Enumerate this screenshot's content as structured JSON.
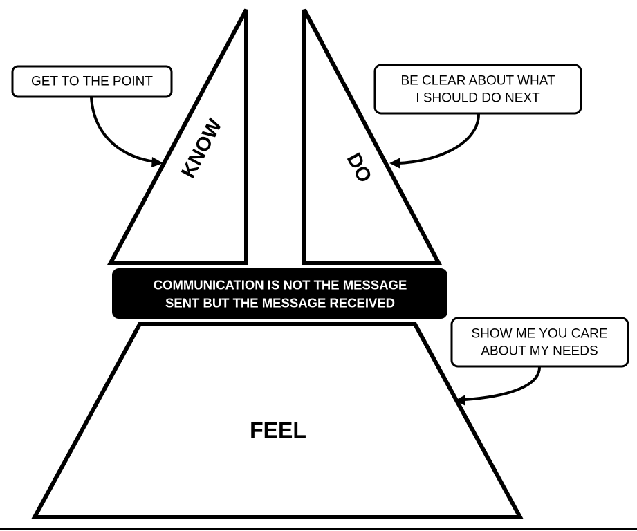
{
  "shapes": {
    "know": {
      "label": "KNOW"
    },
    "do": {
      "label": "DO"
    },
    "feel": {
      "label": "FEEL"
    }
  },
  "banner": {
    "line1": "COMMUNICATION IS NOT THE MESSAGE",
    "line2": "SENT BUT THE MESSAGE RECEIVED"
  },
  "callouts": {
    "know": {
      "line1": "GET TO THE POINT"
    },
    "do": {
      "line1": "BE CLEAR ABOUT WHAT",
      "line2": "I SHOULD DO NEXT"
    },
    "feel": {
      "line1": "SHOW ME YOU CARE",
      "line2": "ABOUT MY NEEDS"
    }
  }
}
